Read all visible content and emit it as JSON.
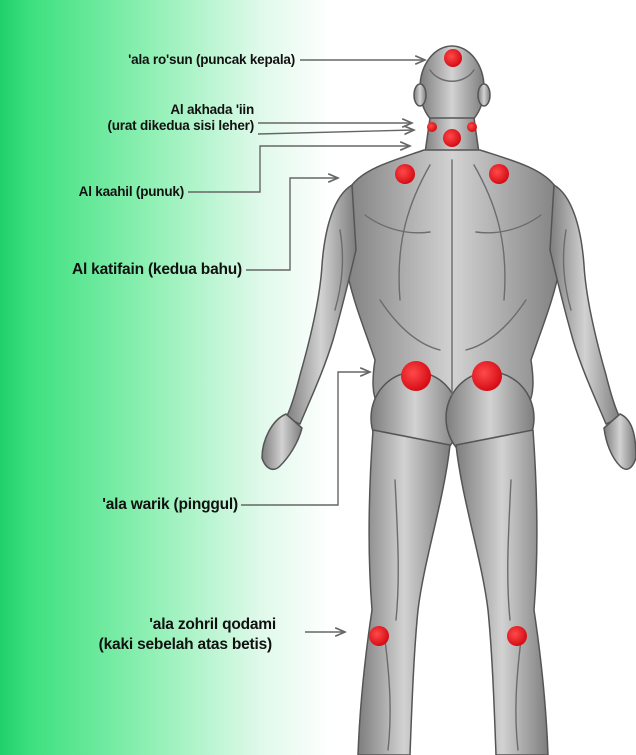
{
  "labels": {
    "crown": "'ala ro'sun (puncak kepala)",
    "neck_line1": "Al akhada 'iin",
    "neck_line2": "(urat dikedua sisi leher)",
    "nape": "Al kaahil (punuk)",
    "shoulders": "Al katifain (kedua bahu)",
    "hips": "'ala warik (pinggul)",
    "feet_line1": "'ala zohril qodami",
    "feet_line2": "(kaki sebelah atas betis)"
  },
  "colors": {
    "accent_green": "#2ee07a",
    "point_red": "#e8141c",
    "arrow_gray": "#666666",
    "body_gray": "#a9a9a9"
  },
  "figure": "muscular human body, back view"
}
